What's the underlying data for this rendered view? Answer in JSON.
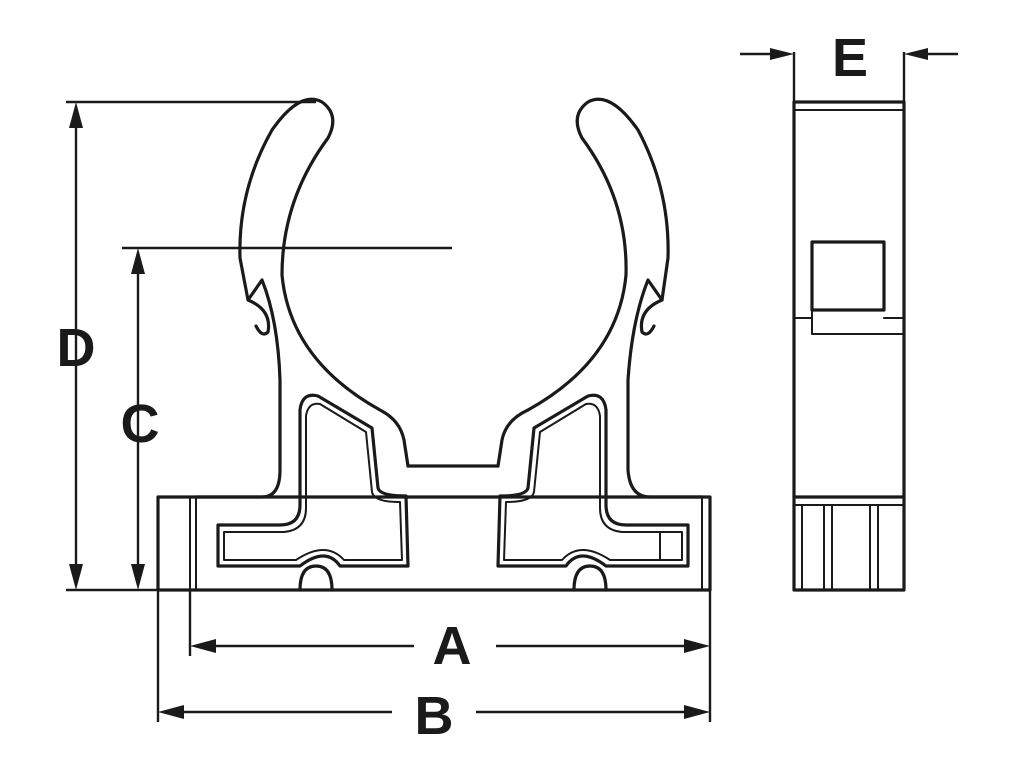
{
  "dimensions": {
    "A": "A",
    "B": "B",
    "C": "C",
    "D": "D",
    "E": "E"
  },
  "colors": {
    "line": "#1a1a1a",
    "background": "#ffffff"
  }
}
